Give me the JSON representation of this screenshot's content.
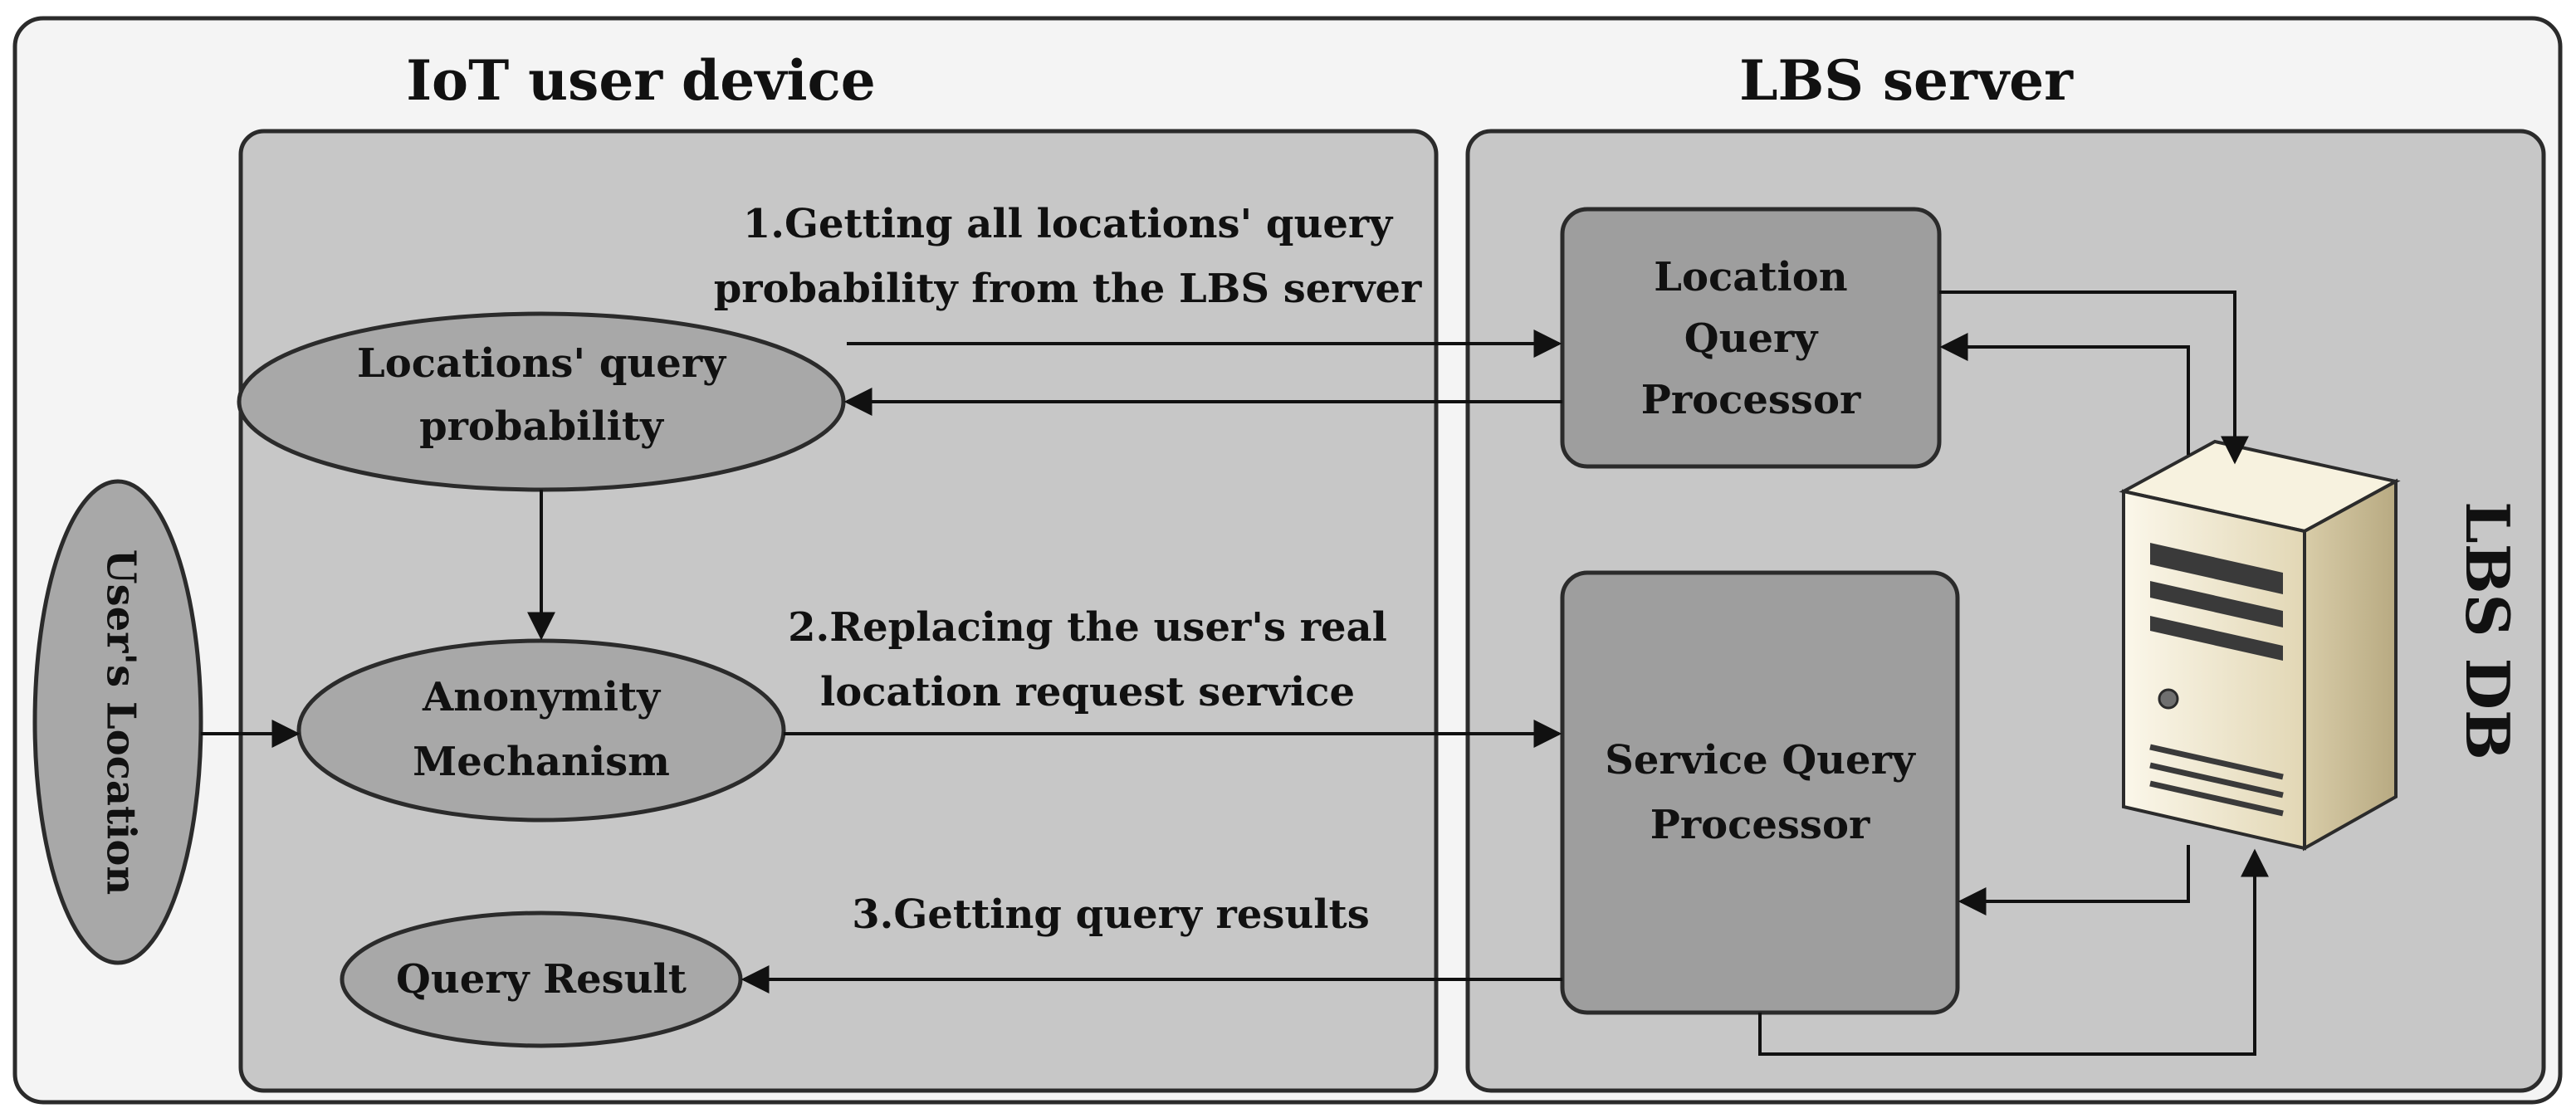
{
  "diagram": {
    "colors": {
      "background": "#f4f4f4",
      "panel": "#c7c7c7",
      "box": "#9e9e9e",
      "ellipse": "#a8a8a8",
      "stroke": "#2b2b2b",
      "server_body": "#f1ead2"
    },
    "panels": {
      "device_title": "IoT user device",
      "server_title": "LBS server"
    },
    "nodes": {
      "user_location": "User's Location",
      "locations_query_probability": [
        "Locations' query",
        "probability"
      ],
      "anonymity_mechanism": [
        "Anonymity",
        "Mechanism"
      ],
      "query_result": "Query Result",
      "location_query_processor": [
        "Location",
        "Query",
        "Processor"
      ],
      "service_query_processor": [
        "Service Query",
        "Processor"
      ],
      "lbs_db": "LBS DB"
    },
    "steps": {
      "step1": [
        "1.Getting all locations' query",
        "probability from the LBS server"
      ],
      "step2": [
        "2.Replacing the user's real",
        "location request service"
      ],
      "step3": "3.Getting query results"
    },
    "icons": {
      "database_server": "database-server-icon"
    }
  }
}
